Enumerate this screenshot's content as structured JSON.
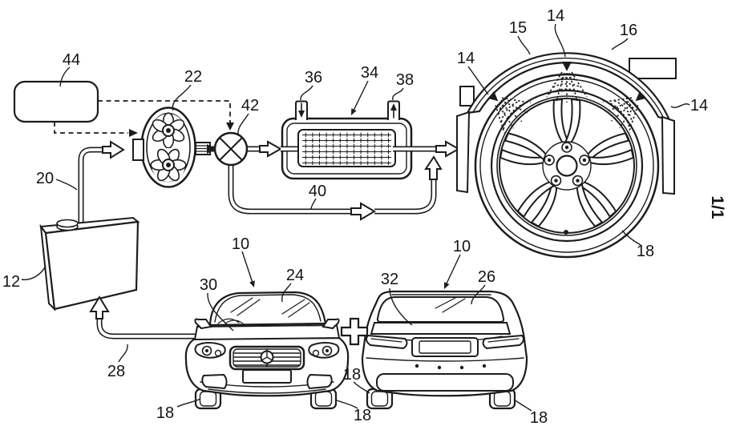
{
  "figure": {
    "type": "patent-line-drawing",
    "sheet_number": "1/1",
    "separator_symbol": "+",
    "colors": {
      "background": "#ffffff",
      "ink": "#1c1c1c"
    },
    "labels": {
      "controller": "44",
      "pump": "22",
      "valve": "42",
      "line_supply": "20",
      "reservoir": "12",
      "port_inlet": "36",
      "heat_exchanger": "34",
      "port_outlet": "38",
      "line_bypass": "40",
      "tire": "15",
      "fender": "16",
      "nozzle_top": "14",
      "nozzle_left": "14",
      "nozzle_right": "14",
      "wheel_detail": "18",
      "vehicle_front_view": "10",
      "windshield": "24",
      "hood": "30",
      "vehicle_rear_view": "10",
      "trunk_lid": "32",
      "rear_window": "26",
      "line_return": "28",
      "wheel_front_left": "18",
      "wheel_front_right": "18",
      "wheel_rear_left": "18",
      "wheel_rear_right": "18"
    }
  }
}
